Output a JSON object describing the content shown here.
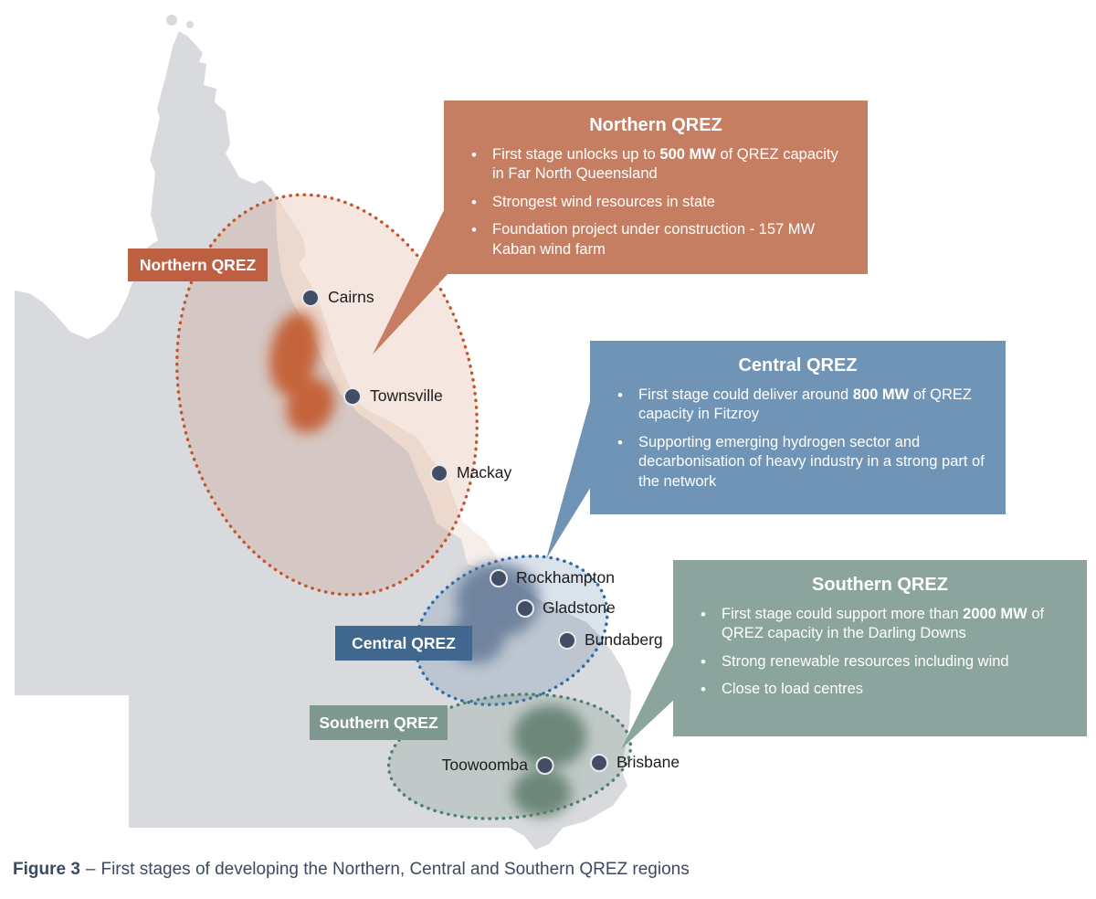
{
  "figure_caption": {
    "label": "Figure 3",
    "separator": "–",
    "text": "First stages of developing the Northern, Central and Southern QREZ regions"
  },
  "colors": {
    "land": "#d9dadd",
    "coastal_strip": "#f8f1ea",
    "city_marker": "#424e66",
    "northern_box": "#c67e63",
    "northern_label": "#bd5f41",
    "northern_dotted": "#c2562f",
    "central_box": "#6f94b5",
    "central_label": "#40688f",
    "central_dotted": "#2f6ba8",
    "southern_box": "#8ba49d",
    "southern_label": "#7e978f",
    "southern_dotted": "#4d8070",
    "caption_text": "#3b4a60"
  },
  "map": {
    "zone_labels": [
      {
        "text": "Northern QREZ"
      },
      {
        "text": "Central QREZ"
      },
      {
        "text": "Southern QREZ"
      }
    ],
    "cities": [
      {
        "name": "Cairns"
      },
      {
        "name": "Townsville"
      },
      {
        "name": "Mackay"
      },
      {
        "name": "Rockhampton"
      },
      {
        "name": "Gladstone"
      },
      {
        "name": "Bundaberg"
      },
      {
        "name": "Toowoomba"
      },
      {
        "name": "Brisbane"
      }
    ]
  },
  "callouts": [
    {
      "title": "Northern QREZ",
      "bullets": [
        {
          "pre": "First stage unlocks up to ",
          "bold": "500 MW",
          "post": " of QREZ capacity in Far North Queensland"
        },
        {
          "pre": "Strongest wind resources in state",
          "bold": "",
          "post": ""
        },
        {
          "pre": "Foundation project under construction - 157 MW Kaban wind farm",
          "bold": "",
          "post": ""
        }
      ]
    },
    {
      "title": "Central QREZ",
      "bullets": [
        {
          "pre": "First stage could deliver around ",
          "bold": "800 MW",
          "post": " of QREZ capacity in Fitzroy"
        },
        {
          "pre": "Supporting emerging hydrogen sector and decarbonisation of heavy industry in a strong part of the network",
          "bold": "",
          "post": ""
        }
      ]
    },
    {
      "title": "Southern QREZ",
      "bullets": [
        {
          "pre": "First stage could support more than ",
          "bold": "2000 MW",
          "post": " of QREZ capacity in the Darling Downs"
        },
        {
          "pre": "Strong renewable resources including wind",
          "bold": "",
          "post": ""
        },
        {
          "pre": "Close to load centres",
          "bold": "",
          "post": ""
        }
      ]
    }
  ]
}
